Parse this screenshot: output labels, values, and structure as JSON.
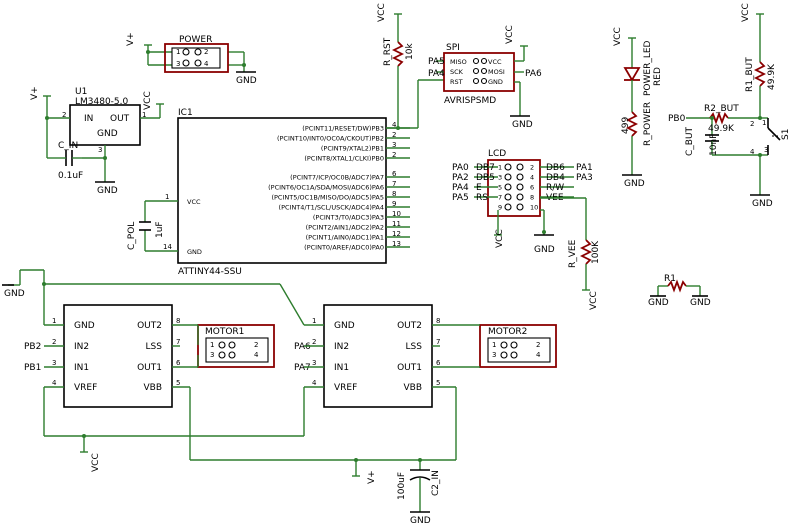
{
  "power_labels": {
    "vcc": "VCC",
    "vplus": "V+",
    "gnd": "GND"
  },
  "power": {
    "name": "POWER",
    "pins": [
      "1",
      "2",
      "3",
      "4"
    ]
  },
  "u1": {
    "ref": "U1",
    "value": "LM3480-5.0",
    "in": "IN",
    "out": "OUT",
    "gnd": "GND",
    "pin_in": "2",
    "pin_out": "1",
    "pin_gnd": "3"
  },
  "c_in": {
    "ref": "C_IN",
    "value": "0.1uF"
  },
  "ic1": {
    "ref": "IC1",
    "value": "ATTINY44-SSU",
    "left_pins": [
      {
        "num": "1",
        "name": "VCC"
      },
      {
        "num": "14",
        "name": "GND"
      }
    ],
    "right_pins": [
      {
        "num": "4",
        "name": "(PCINT11/RESET/DW)PB3"
      },
      {
        "num": "2",
        "name": "(PCINT10/INT0/OC0A/CKOUT)PB2"
      },
      {
        "num": "3",
        "name": "(PCINT9/XTAL2)PB1"
      },
      {
        "num": "2",
        "name": "(PCINT8/XTAL1/CLKI)PB0"
      },
      {
        "num": "6",
        "name": "(PCINT7/ICP/OC0B/ADC7)PA7"
      },
      {
        "num": "7",
        "name": "(PCINT6/OC1A/SDA/MOSI/ADC6)PA6"
      },
      {
        "num": "8",
        "name": "(PCINT5/OC1B/MISO/DO/ADC5)PA5"
      },
      {
        "num": "9",
        "name": "(PCINT4/T1/SCL/USCK/ADC4)PA4"
      },
      {
        "num": "10",
        "name": "(PCINT3/T0/ADC3)PA3"
      },
      {
        "num": "11",
        "name": "(PCINT2/AIN1/ADC2)PA2"
      },
      {
        "num": "12",
        "name": "(PCINT1/AIN0/ADC1)PA1"
      },
      {
        "num": "13",
        "name": "(PCINT0/AREF/ADC0)PA0"
      }
    ]
  },
  "c_pol": {
    "ref": "C_POL",
    "value": "1uF"
  },
  "r_rst": {
    "ref": "R_RST",
    "value": "10k"
  },
  "spi": {
    "ref": "SPI",
    "value": "AVRISPSMD",
    "pins": [
      "MISO",
      "SCK",
      "RST",
      "VCC",
      "MOSI",
      "GND"
    ],
    "pa5": "PA5",
    "pa4": "PA4",
    "pa6": "PA6"
  },
  "lcd": {
    "ref": "LCD",
    "left_nets": [
      "PA0",
      "PA2",
      "PA4",
      "PA5"
    ],
    "left_labels": [
      "DB7",
      "DB5",
      "E",
      "RS"
    ],
    "right_labels": [
      "DB6",
      "DB4",
      "R/W",
      "VEE"
    ],
    "right_nets": [
      "PA1",
      "PA3"
    ],
    "pins": [
      "1",
      "2",
      "3",
      "4",
      "5",
      "6",
      "7",
      "8",
      "9",
      "10"
    ]
  },
  "r_vee": {
    "ref": "R_VEE",
    "value": "100K"
  },
  "power_led": {
    "ref": "POWER_LED",
    "value": "RED"
  },
  "r_power": {
    "ref": "R_POWER",
    "value": "499"
  },
  "pb0": "PB0",
  "r2_but": {
    "ref": "R2_BUT",
    "value": "49.9K"
  },
  "c_but": {
    "ref": "C_BUT",
    "value": "10nF"
  },
  "r1_but": {
    "ref": "R1_BUT",
    "value": "49.9K"
  },
  "s1": {
    "ref": "S1",
    "pins": [
      "1",
      "2",
      "3",
      "4"
    ]
  },
  "r1": {
    "ref": "R1"
  },
  "driver": {
    "gnd": "GND",
    "in2": "IN2",
    "in1": "IN1",
    "vref": "VREF",
    "out2": "OUT2",
    "lss": "LSS",
    "out1": "OUT1",
    "vbb": "VBB",
    "pin_l": [
      "1",
      "2",
      "3",
      "4"
    ],
    "pin_r": [
      "8",
      "7",
      "6",
      "5"
    ]
  },
  "drv1_nets": {
    "in2": "PB2",
    "in1": "PB1"
  },
  "drv2_nets": {
    "in2": "PA6",
    "in1": "PA7"
  },
  "motor1": {
    "ref": "MOTOR1",
    "pins": [
      "1",
      "2",
      "3",
      "4"
    ]
  },
  "motor2": {
    "ref": "MOTOR2",
    "pins": [
      "1",
      "2",
      "3",
      "4"
    ]
  },
  "c2_in": {
    "ref": "C2_IN",
    "value": "100uF"
  }
}
